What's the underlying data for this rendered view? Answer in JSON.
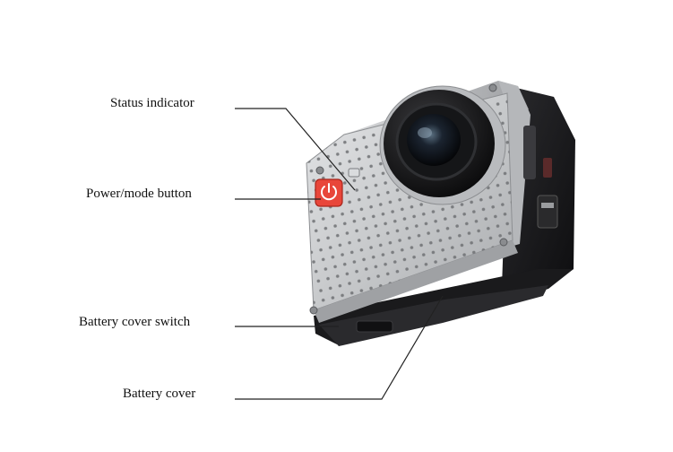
{
  "callouts": [
    {
      "key": "status",
      "label": "Status indicator"
    },
    {
      "key": "power",
      "label": "Power/mode button"
    },
    {
      "key": "switch",
      "label": "Battery cover switch"
    },
    {
      "key": "cover",
      "label": "Battery cover"
    }
  ],
  "colors": {
    "body_silver": "#c9cbcd",
    "body_dark": "#1c1c1e",
    "power_button": "#e8463a",
    "leader_line": "#222222"
  },
  "icons": [
    "power-icon",
    "camera-lens",
    "usb-port",
    "speaker-grille"
  ]
}
